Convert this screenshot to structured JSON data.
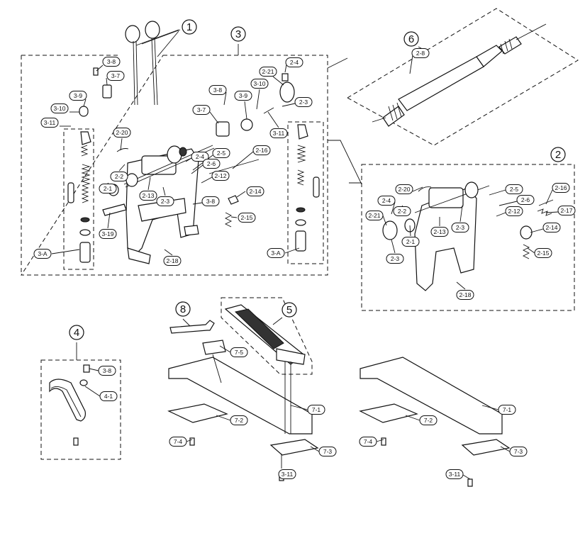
{
  "group_numbers": [
    "1",
    "2",
    "3",
    "4",
    "5",
    "6",
    "8"
  ],
  "part_labels": [
    "3-8",
    "3-7",
    "3-9",
    "3-10",
    "3-11",
    "2-20",
    "2-2",
    "2-1",
    "3-19",
    "3-A",
    "2-13",
    "2-3",
    "2-4",
    "2-5",
    "2-6",
    "2-12",
    "3-8",
    "2-14",
    "2-15",
    "2-18",
    "3-A",
    "3-8",
    "3-9",
    "3-10",
    "2-21",
    "2-4",
    "2-3",
    "3-7",
    "3-11",
    "2-16",
    "2-8",
    "2-20",
    "2-4",
    "2-2",
    "2-21",
    "2-1",
    "2-3",
    "2-13",
    "2-3",
    "2-5",
    "2-6",
    "2-12",
    "2-16",
    "2-17",
    "2-14",
    "2-15",
    "2-18",
    "3-8",
    "4-1",
    "7-5",
    "7-1",
    "7-2",
    "7-4",
    "7-3",
    "3-11",
    "7-1",
    "7-2",
    "7-4",
    "7-3",
    "3-11"
  ]
}
